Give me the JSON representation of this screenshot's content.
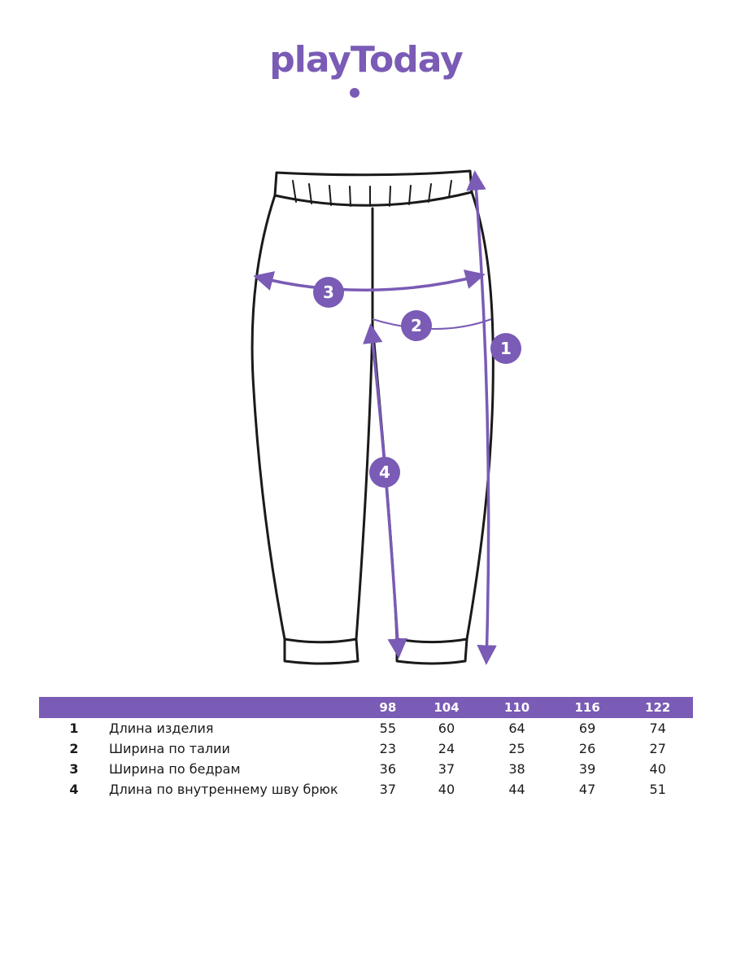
{
  "brand": {
    "name": "playToday",
    "color": "#7a5bb5"
  },
  "diagram": {
    "markers": [
      "1",
      "2",
      "3",
      "4"
    ]
  },
  "table": {
    "header_color": "#7a5bb5",
    "sizes": [
      "98",
      "104",
      "110",
      "116",
      "122"
    ],
    "rows": [
      {
        "num": "1",
        "label": "Длина изделия",
        "values": [
          "55",
          "60",
          "64",
          "69",
          "74"
        ]
      },
      {
        "num": "2",
        "label": "Ширина по талии",
        "values": [
          "23",
          "24",
          "25",
          "26",
          "27"
        ]
      },
      {
        "num": "3",
        "label": "Ширина по бедрам",
        "values": [
          "36",
          "37",
          "38",
          "39",
          "40"
        ]
      },
      {
        "num": "4",
        "label": "Длина по внутреннему шву брюк",
        "values": [
          "37",
          "40",
          "44",
          "47",
          "51"
        ]
      }
    ]
  }
}
